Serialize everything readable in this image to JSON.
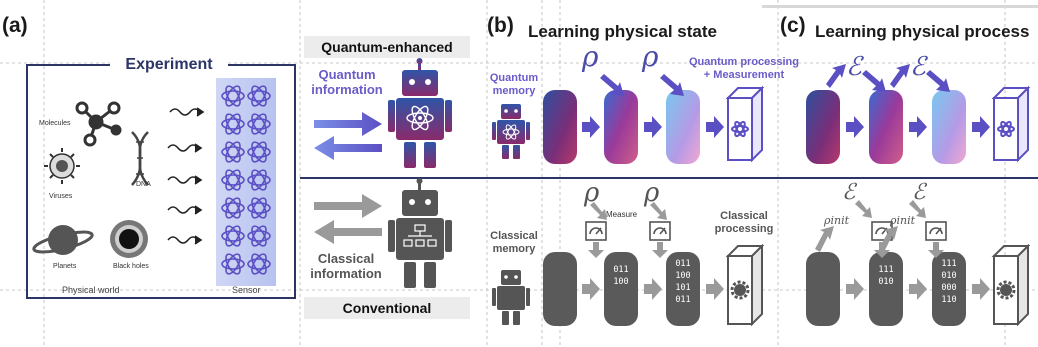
{
  "panel_a": {
    "letter": "(a)",
    "experiment_title": "Experiment",
    "objects": {
      "molecules": "Molecules",
      "viruses": "Viruses",
      "dna": "DNA",
      "planets": "Planets",
      "black_holes": "Black holes"
    },
    "physical_world": "Physical world",
    "sensor": "Sensor"
  },
  "middle": {
    "quantum_banner": "Quantum-enhanced",
    "quantum_information": "Quantum\ninformation",
    "classical_information": "Classical\ninformation",
    "conventional_banner": "Conventional"
  },
  "panel_b": {
    "letter": "(b)",
    "title": "Learning physical state",
    "quantum_memory": "Quantum\nmemory",
    "quantum_processing": "Quantum processing\n+ Measurement",
    "classical_memory": "Classical\nmemory",
    "measure": "Measure",
    "classical_processing": "Classical\nprocessing",
    "bits_1": "011\n100",
    "bits_2": "011\n100\n101\n011",
    "rho_symbol": "ρ"
  },
  "panel_c": {
    "letter": "(c)",
    "title": "Learning physical process",
    "channel_symbol": "ℰ",
    "input_state": "ρinit",
    "bits_1": "111\n010",
    "bits_2": "111\n010\n000\n110"
  },
  "colors": {
    "quantum_purple": "#5b4fc4",
    "robot_blue": "#2f55a8",
    "robot_magenta": "#8a2a6a",
    "classical_grey": "#5a5a5a",
    "arrow_grey": "#9a9a9a",
    "frame_navy": "#2c3566"
  }
}
